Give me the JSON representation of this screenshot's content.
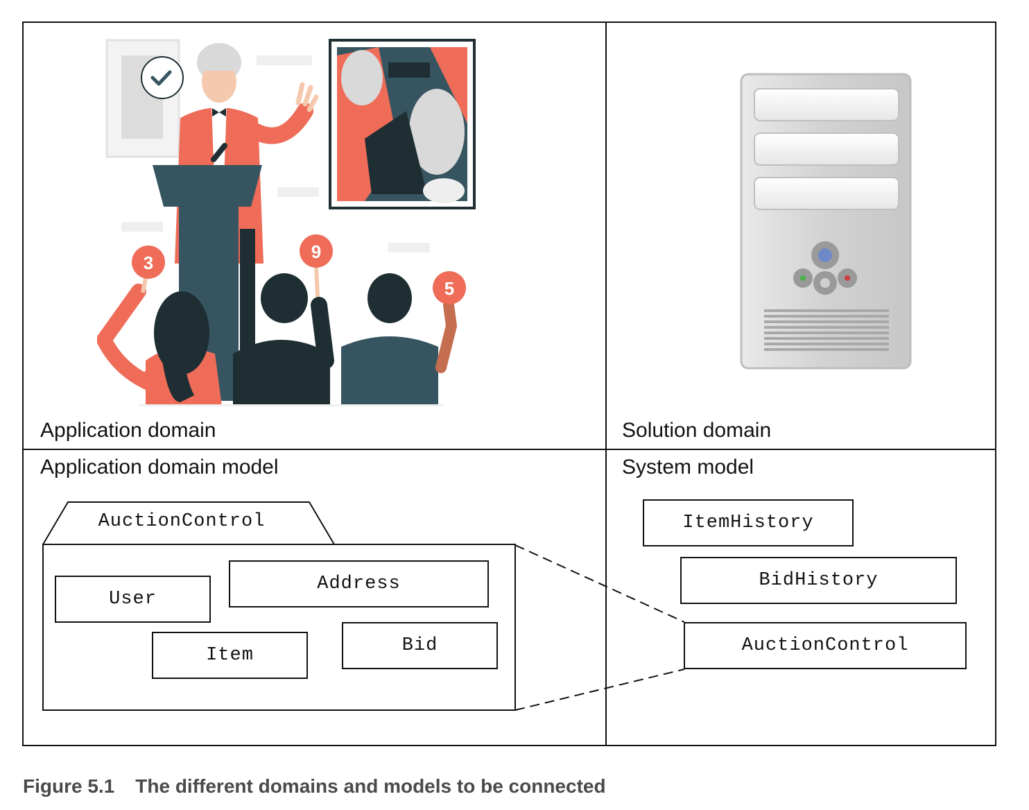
{
  "cells": {
    "application_domain": "Application domain",
    "solution_domain": "Solution domain",
    "application_domain_model": "Application domain model",
    "system_model": "System model"
  },
  "auction_illustration": {
    "paddles": [
      "3",
      "9",
      "5"
    ]
  },
  "domain_model": {
    "package_name": "AuctionControl",
    "classes": {
      "user": "User",
      "address": "Address",
      "item": "Item",
      "bid": "Bid"
    }
  },
  "system_model": {
    "item_history": "ItemHistory",
    "bid_history": "BidHistory",
    "auction_control": "AuctionControl"
  },
  "caption": {
    "number": "Figure 5.1",
    "text": "The different domains and models to be connected"
  },
  "colors": {
    "accent": "#ee6c58",
    "dark": "#1e2e33",
    "slate": "#375561",
    "server_gray": "#d4d4d4"
  }
}
